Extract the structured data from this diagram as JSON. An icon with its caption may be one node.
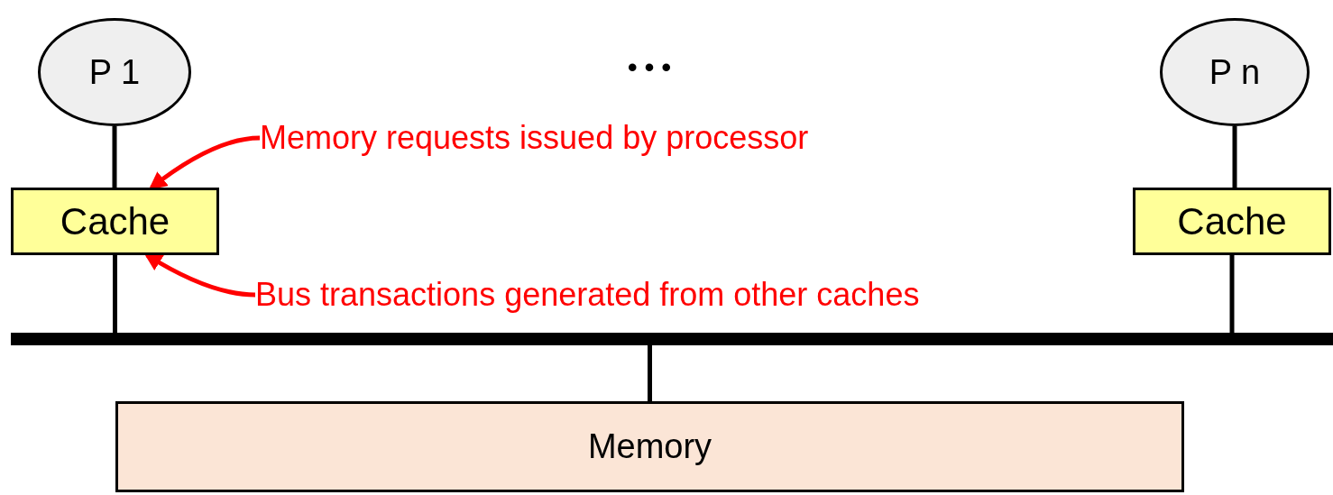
{
  "diagram": {
    "nodes": [
      {
        "text": [
          "P 1"
        ]
      },
      {
        "text": [
          "P n"
        ]
      },
      {
        "text": [
          "Memory requests issued by processor"
        ]
      },
      {
        "text": [
          "Cache"
        ]
      },
      {
        "text": [
          "Cache"
        ]
      },
      {
        "text": [
          "Bus transactions generated from other caches"
        ]
      },
      {
        "text": [],
        "shape": "bar"
      },
      {
        "text": [
          "Memory"
        ]
      }
    ],
    "edges": [
      {
        "from": 0,
        "to": 3,
        "arrow": "none"
      },
      {
        "from": 3,
        "to": 6,
        "arrow": "none"
      },
      {
        "from": 1,
        "to": 4,
        "arrow": "none"
      },
      {
        "from": 4,
        "to": 6,
        "arrow": "none"
      },
      {
        "from": 6,
        "to": 7,
        "arrow": "none"
      },
      {
        "from": 2,
        "to": 3,
        "arrow": "to",
        "color": "#ff0000"
      },
      {
        "from": 5,
        "to": 3,
        "arrow": "to",
        "color": "#ff0000"
      }
    ],
    "labels": [
      "• • •"
    ]
  }
}
